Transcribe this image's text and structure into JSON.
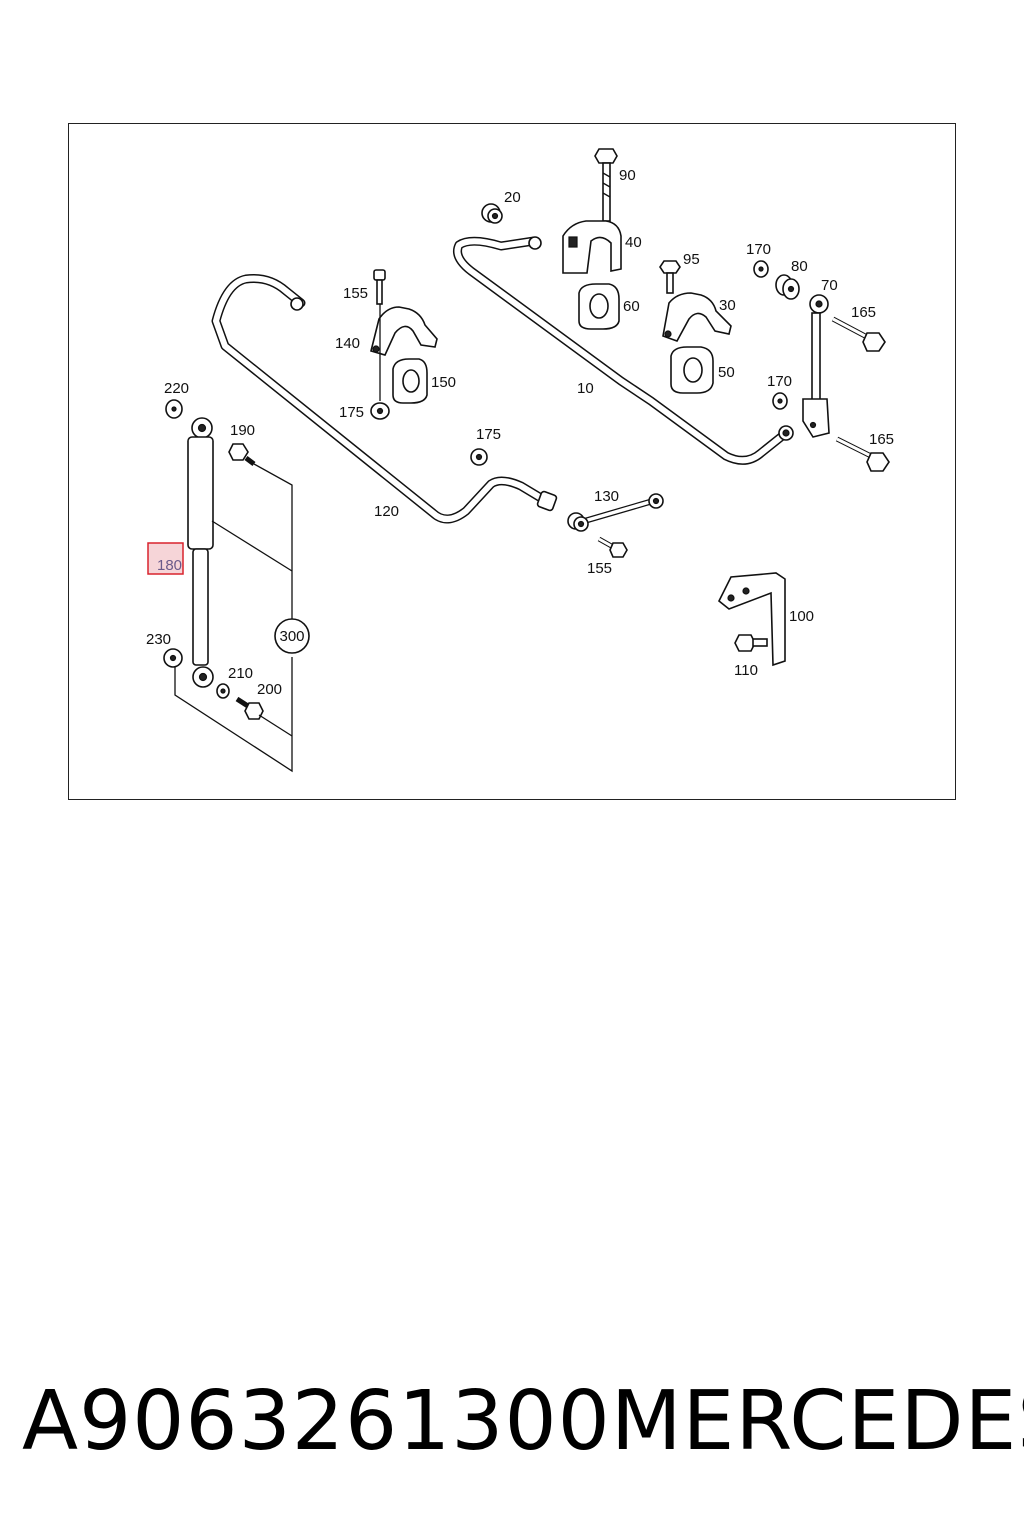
{
  "diagram": {
    "labels": {
      "p10": "10",
      "p20": "20",
      "p30": "30",
      "p40": "40",
      "p50": "50",
      "p60": "60",
      "p70": "70",
      "p80": "80",
      "p90": "90",
      "p95": "95",
      "p100": "100",
      "p110": "110",
      "p120": "120",
      "p130": "130",
      "p140": "140",
      "p150": "150",
      "p155a": "155",
      "p155b": "155",
      "p165a": "165",
      "p165b": "165",
      "p170a": "170",
      "p170b": "170",
      "p175a": "175",
      "p175b": "175",
      "p180": "180",
      "p190": "190",
      "p200": "200",
      "p210": "210",
      "p220": "220",
      "p230": "230",
      "p300": "300"
    },
    "highlight": {
      "part": "180",
      "color": "#d9232d",
      "fill": "#f6d5d8"
    }
  },
  "caption": {
    "part_number": "A9063261300",
    "brand": "MERCEDES"
  }
}
